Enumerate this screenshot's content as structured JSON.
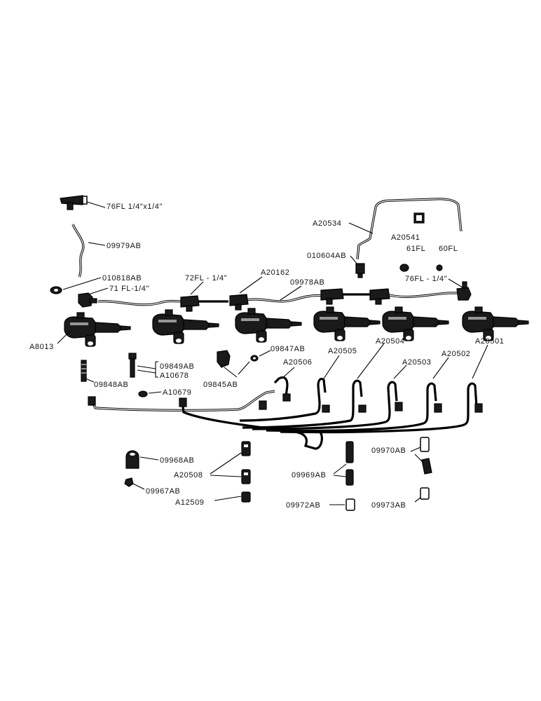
{
  "labels": [
    {
      "id": "76fl-tee",
      "text": "76FL  1/4\"x1/4\""
    },
    {
      "id": "09979ab",
      "text": "09979AB"
    },
    {
      "id": "010818ab",
      "text": "010818AB"
    },
    {
      "id": "71fl",
      "text": "71 FL-1/4\""
    },
    {
      "id": "a8013",
      "text": "A8013"
    },
    {
      "id": "72fl",
      "text": "72FL - 1/4\""
    },
    {
      "id": "a20162",
      "text": "A20162"
    },
    {
      "id": "09978ab",
      "text": "09978AB"
    },
    {
      "id": "a20534",
      "text": "A20534"
    },
    {
      "id": "a20541",
      "text": "A20541"
    },
    {
      "id": "010604ab",
      "text": "010604AB"
    },
    {
      "id": "61fl",
      "text": "61FL"
    },
    {
      "id": "60fl",
      "text": "60FL"
    },
    {
      "id": "76fl-14",
      "text": "76FL - 1/4\""
    },
    {
      "id": "09847ab",
      "text": "09847AB"
    },
    {
      "id": "09849ab",
      "text": "09849AB"
    },
    {
      "id": "a10678",
      "text": "A10678"
    },
    {
      "id": "09848ab",
      "text": "09848AB"
    },
    {
      "id": "09845ab",
      "text": "09845AB"
    },
    {
      "id": "a10679",
      "text": "A10679"
    },
    {
      "id": "a20506",
      "text": "A20506"
    },
    {
      "id": "a20505",
      "text": "A20505"
    },
    {
      "id": "a20504",
      "text": "A20504"
    },
    {
      "id": "a20503",
      "text": "A20503"
    },
    {
      "id": "a20502",
      "text": "A20502"
    },
    {
      "id": "a20501",
      "text": "A20501"
    },
    {
      "id": "09968ab",
      "text": "09968AB"
    },
    {
      "id": "a20508",
      "text": "A20508"
    },
    {
      "id": "09967ab",
      "text": "09967AB"
    },
    {
      "id": "a12509",
      "text": "A12509"
    },
    {
      "id": "09969ab",
      "text": "09969AB"
    },
    {
      "id": "09970ab",
      "text": "09970AB"
    },
    {
      "id": "09972ab",
      "text": "09972AB"
    },
    {
      "id": "09973ab",
      "text": "09973AB"
    }
  ]
}
